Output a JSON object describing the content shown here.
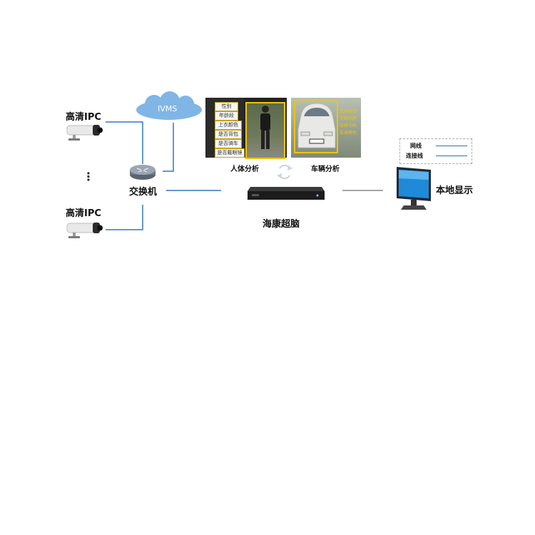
{
  "cameras": [
    {
      "label": "高清IPC"
    },
    {
      "label": "高清IPC"
    }
  ],
  "ellipsis": "⋮",
  "cloud": {
    "label": "IVMS"
  },
  "switch": {
    "label": "交换机"
  },
  "nvr": {
    "label": "海康超脑"
  },
  "monitor": {
    "label": "本地显示"
  },
  "person_panel": {
    "caption": "人体分析",
    "attributes": [
      "性别",
      "年龄段",
      "上衣颜色",
      "是否背包",
      "是否骑车",
      "是否戴眼镜"
    ]
  },
  "vehicle_panel": {
    "caption": "车辆分析",
    "attributes": [
      "车辆类型",
      "车辆品牌",
      "车牌号码",
      "车身颜色"
    ]
  },
  "legend": {
    "items": [
      {
        "label": "网线",
        "color": "#2a6fbf"
      },
      {
        "label": "连接线",
        "color": "#2a6fbf"
      }
    ]
  },
  "colors": {
    "network_line": "#2f78c2",
    "connection_line": "#888888",
    "cloud": "#7fb6e6",
    "highlight": "#f0c400"
  }
}
